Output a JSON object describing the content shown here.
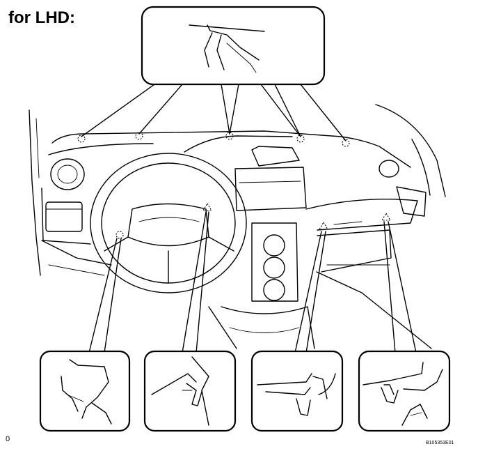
{
  "heading": "for LHD:",
  "footer_left": "0",
  "footer_right": "B105353E01",
  "colors": {
    "line": "#000000",
    "background": "#ffffff"
  },
  "icons": [
    "clip-marker-circle-icon",
    "clip-marker-triangle-icon"
  ]
}
